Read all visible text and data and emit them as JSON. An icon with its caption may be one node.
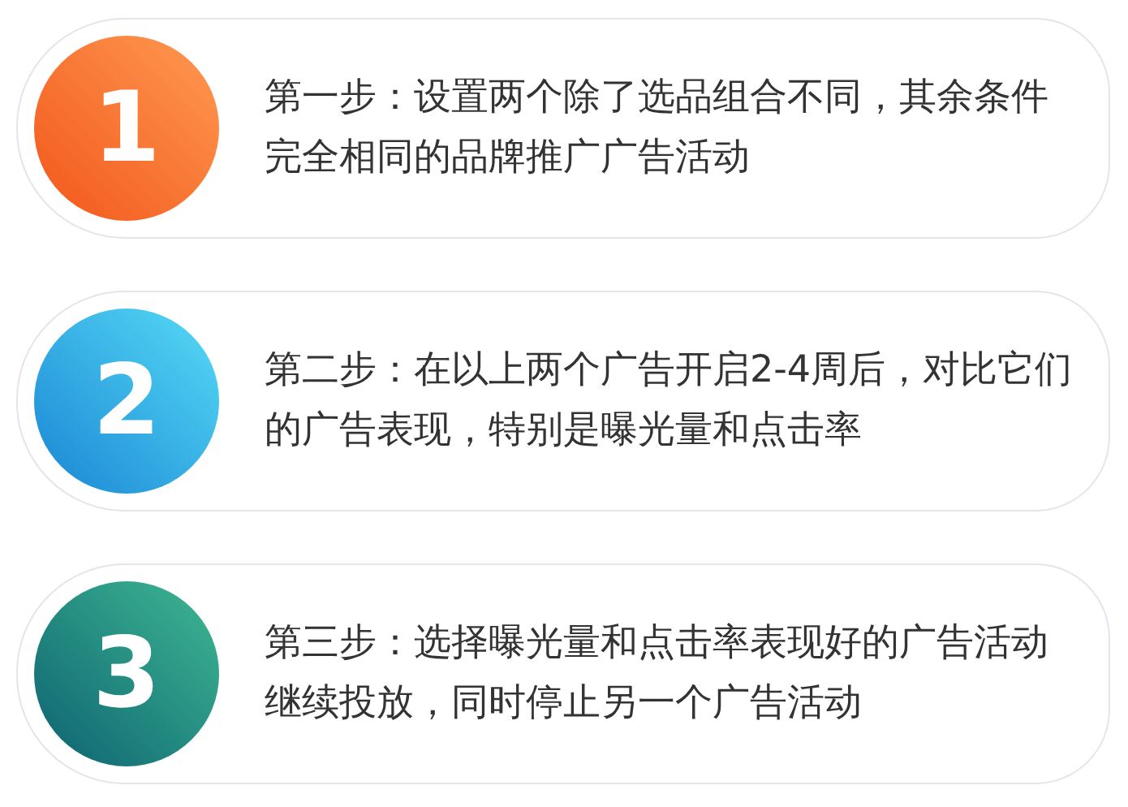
{
  "diagram": {
    "nodes": [
      {
        "text": [
          "第一步：设置两个除了选品组合不同，其余条件完全相同的品牌推广广告活动"
        ]
      },
      {
        "text": [
          "1"
        ],
        "in": 0
      },
      {
        "text": [
          "第二步：在以上两个广告开启2-4周后，对比它们的广告表现，特别是曝光量和点击率"
        ]
      },
      {
        "text": [
          "2"
        ],
        "in": 2
      },
      {
        "text": [
          "第三步：选择曝光量和点击率表现好的广告活动继续投放，同时停止另一个广告活动"
        ]
      },
      {
        "text": [
          "3"
        ],
        "in": 4
      }
    ]
  }
}
